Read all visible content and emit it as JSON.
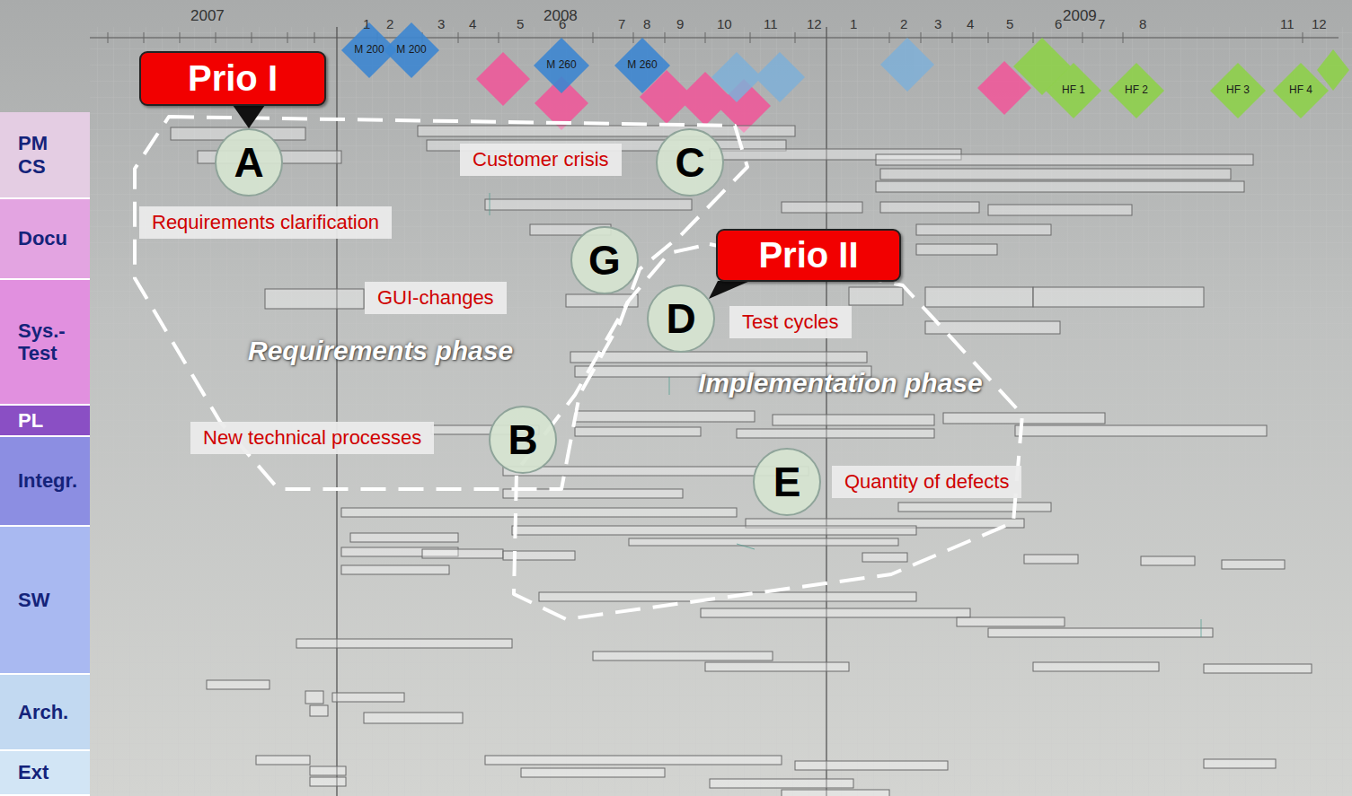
{
  "diagram": {
    "nodes": [
      {
        "text": [
          "M 200"
        ]
      },
      {
        "text": [
          "M 200"
        ]
      },
      {
        "text": [
          "M 260"
        ]
      },
      {
        "text": [
          "M 260"
        ]
      },
      {
        "text": [
          "HF 1"
        ]
      },
      {
        "text": [
          "HF 2"
        ]
      },
      {
        "text": [
          "HF 3"
        ]
      },
      {
        "text": [
          "HF 4"
        ]
      },
      {
        "text": [
          "Prio I"
        ]
      },
      {
        "text": [
          "PM CS"
        ]
      },
      {
        "text": [
          "A"
        ]
      },
      {
        "text": [
          "Customer crisis"
        ]
      },
      {
        "text": [
          "C"
        ]
      },
      {
        "text": [
          "Requirements clarification"
        ]
      },
      {
        "text": [
          "Docu"
        ]
      },
      {
        "text": [
          "G"
        ]
      },
      {
        "text": [
          "Prio II"
        ]
      },
      {
        "text": [
          "GUI-changes"
        ]
      },
      {
        "text": [
          "Sys.- Test"
        ]
      },
      {
        "text": [
          "D"
        ]
      },
      {
        "text": [
          "Test cycles"
        ]
      },
      {
        "text": [
          "PL"
        ]
      },
      {
        "text": [
          "New technical processes"
        ]
      },
      {
        "text": [
          "B"
        ]
      },
      {
        "text": [
          "Integr."
        ]
      },
      {
        "text": [
          "E"
        ]
      },
      {
        "text": [
          "Quantity of defects"
        ]
      },
      {
        "text": [
          "SW"
        ]
      },
      {
        "text": [
          "Arch."
        ]
      },
      {
        "text": [
          "Ext"
        ]
      }
    ],
    "edges": [
      {
        "from": 8,
        "to": 10,
        "arrow": "none"
      },
      {
        "from": 16,
        "to": 19,
        "arrow": "none"
      }
    ],
    "labels": [
      "2007",
      "2008",
      "2009",
      "1",
      "2",
      "3",
      "4",
      "5",
      "6",
      "7",
      "8",
      "9",
      "10",
      "11",
      "12",
      "1",
      "2",
      "3",
      "4",
      "5",
      "6",
      "7",
      "8",
      "11",
      "12",
      "Requirements phase",
      "Implementation phase"
    ]
  }
}
